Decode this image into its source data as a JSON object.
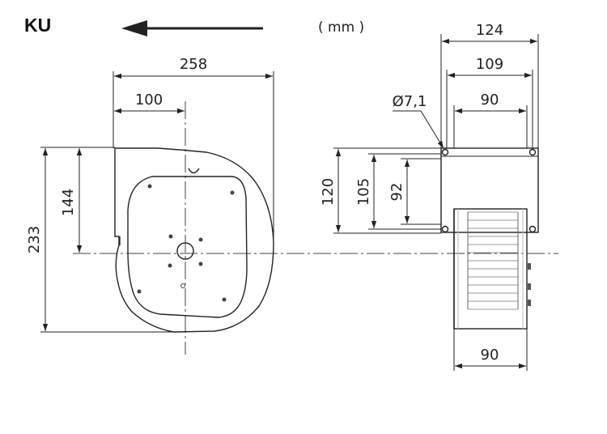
{
  "title": "KU",
  "unit": "( mm )",
  "icons": {
    "direction": "arrow-left-icon"
  },
  "dimensions": {
    "front_width": "258",
    "front_offset": "100",
    "front_height": "233",
    "front_axis_height": "144",
    "side_width_outer": "124",
    "side_width_holes": "109",
    "side_width_inner": "90",
    "hole_diameter": "Ø7,1",
    "flange_height_outer": "120",
    "flange_height_holes": "105",
    "flange_height_inner": "92",
    "housing_width": "90"
  },
  "colors": {
    "line": "#222222",
    "hatch": "#bbbbbb"
  }
}
